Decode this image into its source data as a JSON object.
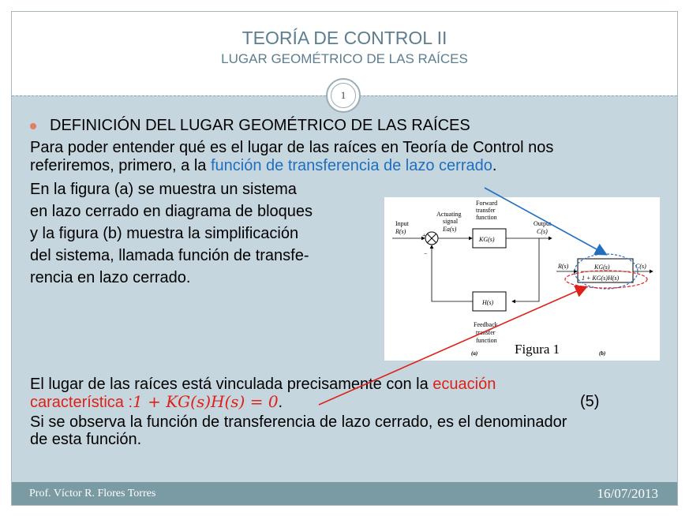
{
  "header": {
    "title": "TEORÍA DE CONTROL II",
    "subtitle": "LUGAR GEOMÉTRICO DE LAS RAÍCES",
    "slide_number": "1"
  },
  "body": {
    "heading": "DEFINICIÓN DEL LUGAR GEOMÉTRICO DE LAS RAÍCES",
    "para1_line1": "Para poder entender qué es el lugar de las raíces en Teoría de Control nos",
    "para1_line2_prefix": "referiremos, primero, a la ",
    "para1_link": "función de transferencia de lazo cerrado",
    "para1_end": ".",
    "para2_lines": [
      "En la figura (a) se muestra un sistema",
      "en lazo cerrado en diagrama de bloques",
      "y la figura (b) muestra la simplificación",
      "del sistema, llamada función de transfe-",
      "rencia en lazo cerrado."
    ],
    "para3_line1_prefix": "El lugar de las raíces está vinculada precisamente con la ",
    "para3_red1": "ecuación",
    "para3_red2": "característica :",
    "para3_equation": "1 + KG(s)H(s) = 0",
    "para3_end": ".",
    "equation_number": "(5)",
    "para4_line1": "Si se observa la función de transferencia de lazo cerrado, es el denominador",
    "para4_line2": "de esta función."
  },
  "figure": {
    "caption": "Figura 1",
    "label_a": "(a)",
    "label_b": "(b)",
    "input_label": "Input",
    "input_signal": "R(s)",
    "actuating_label_1": "Actuating",
    "actuating_label_2": "signal",
    "actuating_signal": "Ea(s)",
    "forward_label_1": "Forward",
    "forward_label_2": "transfer",
    "forward_label_3": "function",
    "forward_block": "KG(s)",
    "output_label": "Output",
    "output_signal": "C(s)",
    "feedback_block": "H(s)",
    "feedback_label_1": "Feedback",
    "feedback_label_2": "transfer",
    "feedback_label_3": "function",
    "plus_sign": "+",
    "minus_sign": "−",
    "b_input": "R(s)",
    "b_output": "C(s)",
    "b_numerator": "KG(s)",
    "b_denominator": "1 + KG(s)H(s)"
  },
  "footer": {
    "author": "Prof. Víctor R. Flores Torres",
    "date": "16/07/2013"
  },
  "colors": {
    "title": "#5d7e90",
    "content_bg": "#c6d6de",
    "footer_bg": "#7a9ba4",
    "link_blue": "#1f6ec0",
    "accent_red": "#e02018",
    "bullet": "#e07e6c"
  }
}
